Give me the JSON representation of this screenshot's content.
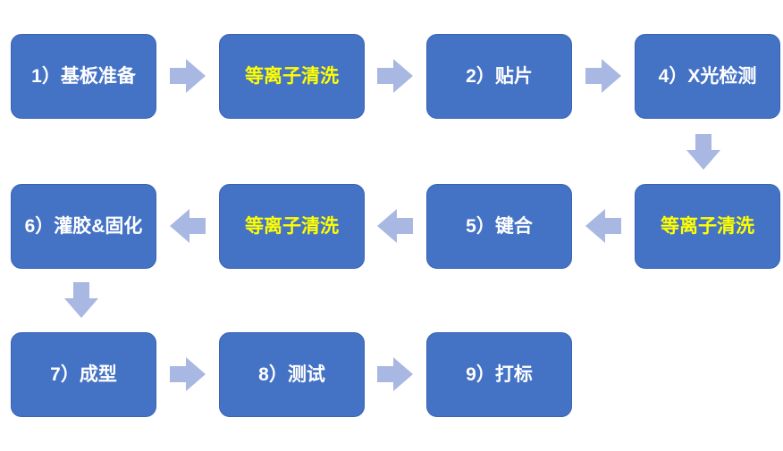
{
  "diagram": {
    "title": "assembly-process-flow",
    "language": "zh-CN",
    "nodes": [
      {
        "id": "step-1-substrate-prep",
        "label": "1）基板准备",
        "highlight": false,
        "row": 1,
        "col": 1
      },
      {
        "id": "plasma-clean-1",
        "label": "等离子清洗",
        "highlight": true,
        "row": 1,
        "col": 2
      },
      {
        "id": "step-2-die-attach",
        "label": "2）贴片",
        "highlight": false,
        "row": 1,
        "col": 3
      },
      {
        "id": "step-4-xray-inspection",
        "label": "4）X光检测",
        "highlight": false,
        "row": 1,
        "col": 4
      },
      {
        "id": "plasma-clean-2",
        "label": "等离子清洗",
        "highlight": true,
        "row": 2,
        "col": 4
      },
      {
        "id": "step-5-bonding",
        "label": "5）键合",
        "highlight": false,
        "row": 2,
        "col": 3
      },
      {
        "id": "plasma-clean-3",
        "label": "等离子清洗",
        "highlight": true,
        "row": 2,
        "col": 2
      },
      {
        "id": "step-6-potting-curing",
        "label": "6）灌胶&固化",
        "highlight": false,
        "row": 2,
        "col": 1
      },
      {
        "id": "step-7-molding",
        "label": "7）成型",
        "highlight": false,
        "row": 3,
        "col": 1
      },
      {
        "id": "step-8-testing",
        "label": "8）测试",
        "highlight": false,
        "row": 3,
        "col": 2
      },
      {
        "id": "step-9-marking",
        "label": "9）打标",
        "highlight": false,
        "row": 3,
        "col": 3
      }
    ],
    "arrows": [
      {
        "from": "step-1-substrate-prep",
        "to": "plasma-clean-1",
        "direction": "right"
      },
      {
        "from": "plasma-clean-1",
        "to": "step-2-die-attach",
        "direction": "right"
      },
      {
        "from": "step-2-die-attach",
        "to": "step-4-xray-inspection",
        "direction": "right"
      },
      {
        "from": "step-4-xray-inspection",
        "to": "plasma-clean-2",
        "direction": "down"
      },
      {
        "from": "plasma-clean-2",
        "to": "step-5-bonding",
        "direction": "left"
      },
      {
        "from": "step-5-bonding",
        "to": "plasma-clean-3",
        "direction": "left"
      },
      {
        "from": "plasma-clean-3",
        "to": "step-6-potting-curing",
        "direction": "left"
      },
      {
        "from": "step-6-potting-curing",
        "to": "step-7-molding",
        "direction": "down"
      },
      {
        "from": "step-7-molding",
        "to": "step-8-testing",
        "direction": "right"
      },
      {
        "from": "step-8-testing",
        "to": "step-9-marking",
        "direction": "right"
      }
    ]
  },
  "colors": {
    "box_fill": "#4472C4",
    "box_border": "#3A63B3",
    "arrow_fill": "#A9B8E2",
    "text_white": "#FFFFFF",
    "text_yellow": "#FFFF00",
    "canvas_bg": "#FFFFFF"
  }
}
